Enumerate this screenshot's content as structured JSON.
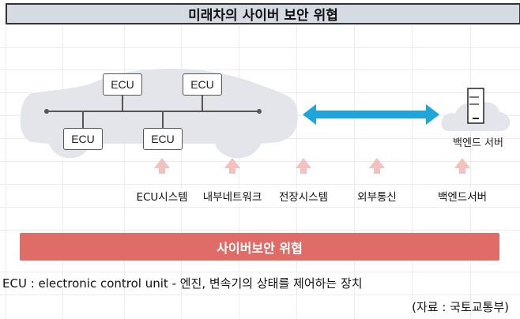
{
  "title": "미래차의 사이버 보안 위협",
  "vehicle": {
    "ecus": [
      "ECU",
      "ECU",
      "ECU",
      "ECU"
    ]
  },
  "backend": {
    "label": "백엔드 서버"
  },
  "threat_sources": [
    {
      "label": "ECU시스템"
    },
    {
      "label": "내부네트워크"
    },
    {
      "label": "전장시스템"
    },
    {
      "label": "외부통신"
    },
    {
      "label": "백엔드서버"
    }
  ],
  "threat_bar": {
    "label": "사이버보안 위협"
  },
  "note": "ECU : electronic control unit - 엔진, 변속기의 상태를 제어하는 장치",
  "source": "(자료 : 국토교통부)",
  "colors": {
    "title_bg": "#d6dbe3",
    "car_body": "#e4e5ea",
    "link_arrow": "#1ea6dc",
    "threat_arrow": "#f3c2c0",
    "threat_bar": "#e06c68"
  }
}
